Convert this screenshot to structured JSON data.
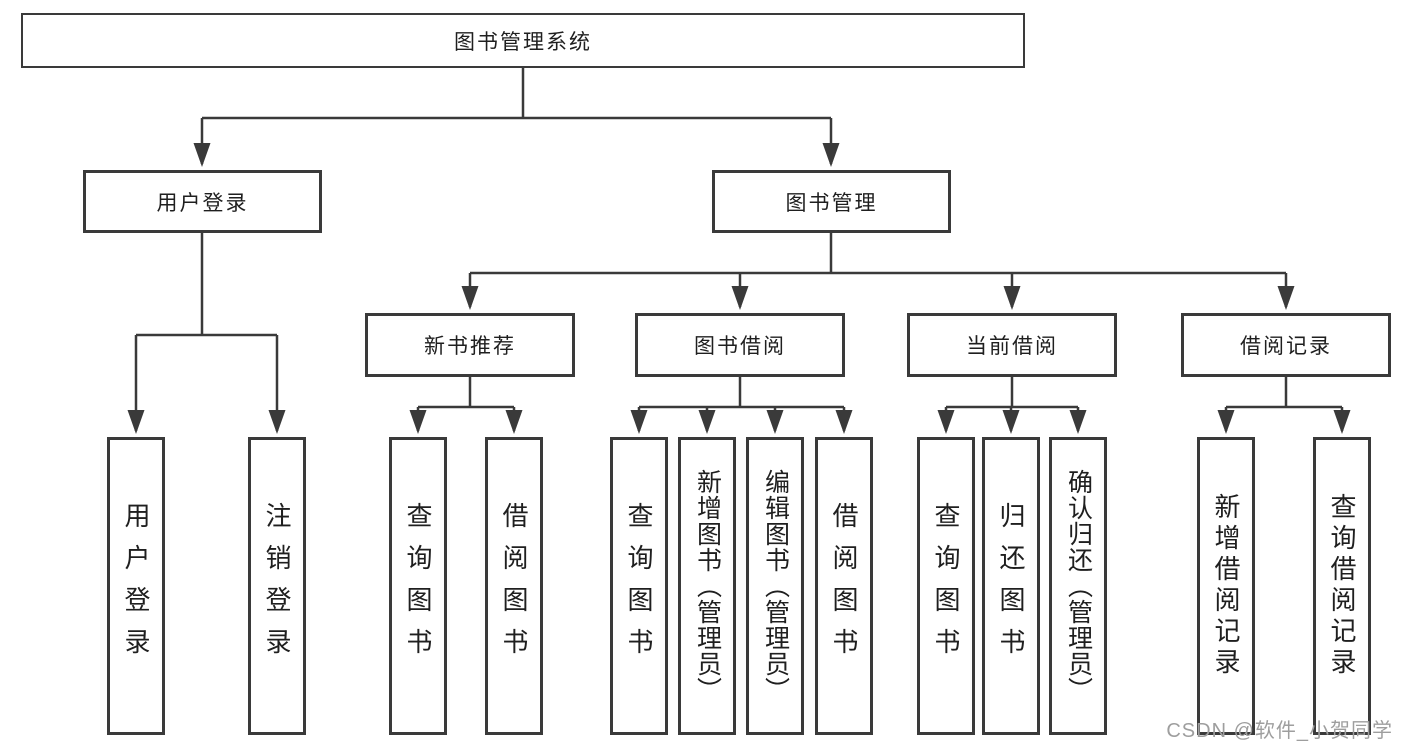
{
  "tree": {
    "label": "图书管理系统",
    "children": [
      {
        "label": "用户登录",
        "children": [
          {
            "label": "用户登录"
          },
          {
            "label": "注销登录"
          }
        ]
      },
      {
        "label": "图书管理",
        "children": [
          {
            "label": "新书推荐",
            "children": [
              {
                "label": "查询图书"
              },
              {
                "label": "借阅图书"
              }
            ]
          },
          {
            "label": "图书借阅",
            "children": [
              {
                "label": "查询图书"
              },
              {
                "label": "新增图书（管理员）"
              },
              {
                "label": "编辑图书（管理员）"
              },
              {
                "label": "借阅图书"
              }
            ]
          },
          {
            "label": "当前借阅",
            "children": [
              {
                "label": "查询图书"
              },
              {
                "label": "归还图书"
              },
              {
                "label": "确认归还（管理员）"
              }
            ]
          },
          {
            "label": "借阅记录",
            "children": [
              {
                "label": "新增借阅记录"
              },
              {
                "label": "查询借阅记录"
              }
            ]
          }
        ]
      }
    ]
  },
  "watermark": "CSDN @软件_小贺同学",
  "colors": {
    "line": "#3a3a3a",
    "box_border": "#3a3a3a",
    "text": "#1f1f1f",
    "watermark": "#9e9e9e",
    "background": "#ffffff"
  }
}
